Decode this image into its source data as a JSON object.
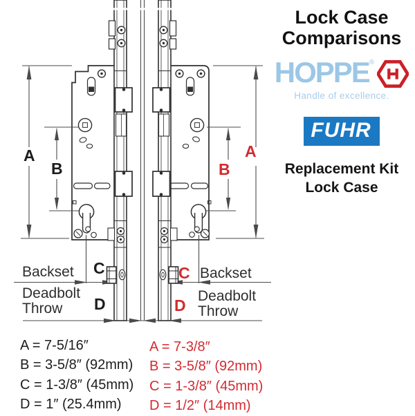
{
  "header": {
    "title_line1": "Lock Case",
    "title_line2": "Comparisons"
  },
  "brands": {
    "hoppe": {
      "name": "HOPPE",
      "reg_mark": "®",
      "tagline": "Handle of excellence.",
      "text_color": "#9cc7e6",
      "icon_color": "#cc2027",
      "icon": "hoppe-hexagon-h-icon"
    },
    "fuhr": {
      "name": "FUHR",
      "bg_color": "#1b79c4",
      "text_color": "#ffffff"
    }
  },
  "kit_label": {
    "line1": "Replacement Kit",
    "line2": "Lock Case"
  },
  "diagram": {
    "left_labels": {
      "a": "A",
      "b": "B",
      "c": "C",
      "d": "D",
      "backset": "Backset",
      "deadbolt_line1": "Deadbolt",
      "deadbolt_line2": "Throw",
      "color": "#1d1d1d"
    },
    "right_labels": {
      "a": "A",
      "b": "B",
      "c": "C",
      "d": "D",
      "backset": "Backset",
      "deadbolt_line1": "Deadbolt",
      "deadbolt_line2": "Throw",
      "color": "#d22b30"
    }
  },
  "specs": {
    "hoppe_black": {
      "lines": [
        "A = 7-5/16″",
        "B = 3-5/8″ (92mm)",
        "C = 1-3/8″ (45mm)",
        "D = 1″ (25.4mm)"
      ],
      "color": "#1d1d1d"
    },
    "fuhr_red": {
      "lines": [
        "A = 7-3/8″",
        "B = 3-5/8″ (92mm)",
        "C = 1-3/8″ (45mm)",
        "D = 1/2″ (14mm)"
      ],
      "color": "#d22b30"
    }
  }
}
